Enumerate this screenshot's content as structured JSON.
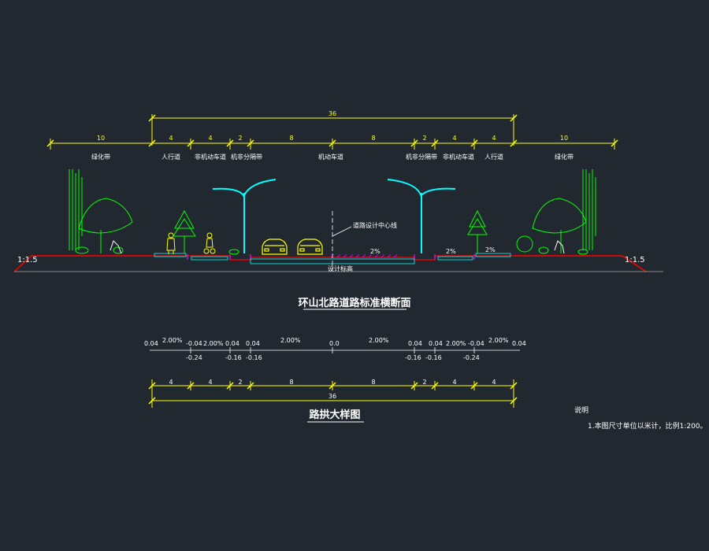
{
  "section": {
    "title": "环山北路道路标准横断面",
    "total_width": "36",
    "segments": [
      {
        "width": "10",
        "label": "绿化带"
      },
      {
        "width": "4",
        "label": "人行道"
      },
      {
        "width": "4",
        "label": "非机动车道"
      },
      {
        "width": "2",
        "label": "机非分隔带"
      },
      {
        "width": "8",
        "label": "机动车道"
      },
      {
        "width": "8",
        "label": "机动车道"
      },
      {
        "width": "2",
        "label": "机非分隔带"
      },
      {
        "width": "4",
        "label": "非机动车道"
      },
      {
        "width": "4",
        "label": "人行道"
      },
      {
        "width": "10",
        "label": "绿化带"
      }
    ],
    "centerline_label": "道路设计中心线",
    "elevation_label": "设计标高",
    "slope_left": "1:1.5",
    "slope_right": "1:1.5",
    "grades": [
      "2%",
      "2%",
      "2%"
    ]
  },
  "arch": {
    "title": "路拱大样图",
    "total_width": "36",
    "segments": [
      "4",
      "4",
      "2",
      "8",
      "8",
      "2",
      "4",
      "4"
    ],
    "top_labels": [
      "0.04",
      "2.00%",
      "-0.04",
      "2.00%",
      "0.04",
      "0.04",
      "2.00%",
      "0.0",
      "2.00%",
      "0.04",
      "0.04",
      "2.00%",
      "-0.04",
      "2.00%",
      "0.04"
    ],
    "bottom_labels": [
      "-0.24",
      "-0.16",
      "-0.16",
      "-0.16",
      "-0.16",
      "-0.24"
    ]
  },
  "notes": {
    "heading": "说明",
    "items": [
      "1.本图尺寸单位以米计，比例1:200。"
    ]
  },
  "colors": {
    "background": "#212830",
    "dimension": "#ffff00",
    "ground": "#ff0000",
    "curb": "#ff00ff",
    "tree": "#00ff00",
    "lamp": "#00ffff",
    "car": "#ffff00",
    "text": "#ffffff"
  }
}
